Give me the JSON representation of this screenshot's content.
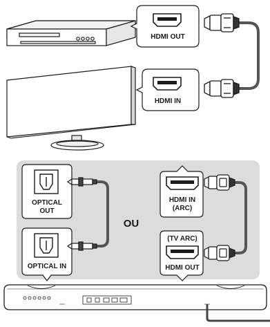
{
  "labels": {
    "hdmi_out_top": "HDMI OUT",
    "hdmi_in_top": "HDMI IN",
    "optical_out_line1": "OPTICAL",
    "optical_out_line2": "OUT",
    "optical_in": "OPTICAL IN",
    "hdmi_in_arc_line1": "HDMI IN",
    "hdmi_in_arc_line2": "(ARC)",
    "tv_arc": "(TV ARC)",
    "hdmi_out_bottom": "HDMI OUT",
    "or_word": "OU"
  },
  "colors": {
    "line": "#1a1a1a",
    "cable": "#555555",
    "panel": "#dcdcdc",
    "bubble": "#ffffff"
  }
}
